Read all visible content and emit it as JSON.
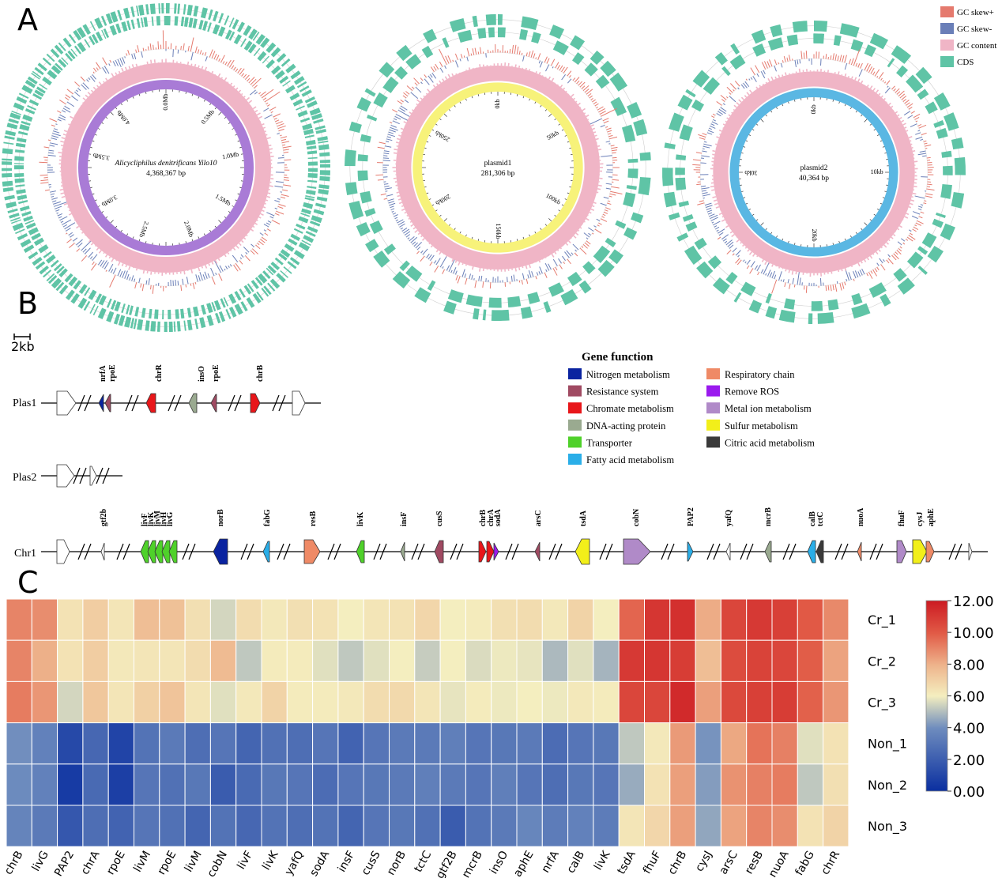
{
  "panels": {
    "a": "A",
    "b": "B",
    "c": "C"
  },
  "circos": {
    "legend": [
      {
        "label": "GC skew+",
        "color": "#e57a6e"
      },
      {
        "label": "GC skew-",
        "color": "#6a7fb8"
      },
      {
        "label": "GC content",
        "color": "#f0b5c6"
      },
      {
        "label": "CDS",
        "color": "#5fc4a6"
      }
    ],
    "maps": [
      {
        "title": "Alicycliphilus denitrificans Yilo10",
        "size": "4,368,367 bp",
        "ring_color": "#a97bd6",
        "ticks": [
          "0.0Mb",
          "0.5Mb",
          "1.0Mb",
          "1.5Mb",
          "2.0Mb",
          "2.5Mb",
          "3.0Mb",
          "3.5Mb",
          "4.0Mb"
        ]
      },
      {
        "title": "plasmid1",
        "size": "281,306 bp",
        "ring_color": "#f7f27a",
        "ticks": [
          "0kb",
          "50kb",
          "100kb",
          "150kb",
          "200kb",
          "250kb"
        ]
      },
      {
        "title": "plasmid2",
        "size": "40,364 bp",
        "ring_color": "#5ab7e3",
        "ticks": [
          "0kb",
          "10kb",
          "20kb",
          "30kb"
        ]
      }
    ]
  },
  "gene_map": {
    "scale": "2kb",
    "legend_title": "Gene function",
    "functions": [
      {
        "label": "Nitrogen metabolism",
        "color": "#0a23a0"
      },
      {
        "label": "Resistance system",
        "color": "#a04a62"
      },
      {
        "label": "Chromate metabolism",
        "color": "#e8161a"
      },
      {
        "label": "DNA-acting protein",
        "color": "#9aaa90"
      },
      {
        "label": "Transporter",
        "color": "#4fd12a"
      },
      {
        "label": "Fatty acid metabolism",
        "color": "#2aaee8"
      },
      {
        "label": "Respiratory chain",
        "color": "#ef8a66"
      },
      {
        "label": "Remove ROS",
        "color": "#9a1aee"
      },
      {
        "label": "Metal ion metabolism",
        "color": "#b08ac8"
      },
      {
        "label": "Sulfur metabolism",
        "color": "#f2ef1a"
      },
      {
        "label": "Citric acid metabolism",
        "color": "#3a3a3a"
      }
    ],
    "plas1": {
      "label": "Plas1",
      "genes": [
        "nrfA",
        "rpoE",
        "chrR",
        "insO",
        "rpoE",
        "chrB"
      ]
    },
    "plas2": {
      "label": "Plas2"
    },
    "chr1": {
      "label": "Chr1",
      "genes": [
        "gtf2b",
        "livF",
        "livK",
        "livM",
        "livH",
        "livG",
        "norB",
        "fabG",
        "resB",
        "livK",
        "insF",
        "cusS",
        "chrB",
        "chrA",
        "sodA",
        "arsC",
        "tsdA",
        "cobN",
        "PAP2",
        "yafQ",
        "mcrB",
        "calB",
        "tctC",
        "nuoA",
        "fhuF",
        "cysJ",
        "aphE"
      ]
    }
  },
  "chart_data": {
    "type": "heatmap",
    "rows": [
      "Cr_1",
      "Cr_2",
      "Cr_3",
      "Non_1",
      "Non_2",
      "Non_3"
    ],
    "columns": [
      "chrB",
      "livG",
      "PAP2",
      "chrA",
      "rpoE",
      "livM",
      "rpoE",
      "livM",
      "cobN",
      "livF",
      "livK",
      "yafQ",
      "sodA",
      "insF",
      "cusS",
      "norB",
      "tctC",
      "gtf2B",
      "mcrB",
      "insO",
      "aphE",
      "nrfA",
      "calB",
      "livK",
      "tsdA",
      "fhuF",
      "chrB",
      "cysJ",
      "arsC",
      "resB",
      "nuoA",
      "fabG",
      "chrR"
    ],
    "values": [
      [
        9.0,
        8.8,
        6.4,
        7.1,
        6.3,
        7.6,
        7.5,
        6.5,
        5.5,
        6.6,
        6.2,
        6.5,
        6.4,
        6.0,
        6.3,
        6.4,
        6.8,
        6.0,
        6.1,
        6.5,
        6.6,
        6.2,
        6.9,
        6.0,
        9.7,
        11.1,
        11.3,
        8.1,
        10.6,
        11.0,
        10.8,
        10.0,
        8.9
      ],
      [
        9.0,
        8.0,
        6.4,
        7.1,
        6.2,
        6.3,
        6.3,
        6.6,
        7.7,
        5.2,
        6.1,
        6.1,
        5.7,
        5.2,
        5.7,
        6.0,
        5.3,
        6.0,
        5.6,
        5.9,
        5.8,
        4.9,
        5.7,
        4.8,
        11.0,
        11.1,
        10.9,
        7.6,
        10.4,
        10.7,
        10.6,
        9.9,
        8.3
      ],
      [
        9.2,
        8.6,
        5.5,
        7.3,
        6.3,
        7.0,
        7.4,
        6.3,
        5.7,
        6.2,
        6.9,
        6.1,
        6.1,
        6.2,
        6.6,
        6.7,
        6.3,
        5.8,
        6.1,
        5.9,
        6.0,
        5.9,
        6.2,
        6.1,
        10.6,
        10.6,
        11.5,
        8.4,
        10.5,
        10.8,
        10.9,
        9.8,
        8.6
      ],
      [
        4.0,
        3.5,
        1.1,
        2.4,
        0.9,
        2.9,
        3.2,
        2.7,
        3.0,
        2.3,
        2.8,
        2.7,
        3.0,
        2.2,
        3.0,
        3.2,
        3.2,
        3.4,
        3.0,
        3.1,
        3.2,
        2.6,
        3.0,
        3.1,
        5.2,
        6.2,
        8.5,
        4.1,
        8.2,
        9.4,
        9.1,
        5.7,
        6.4
      ],
      [
        3.9,
        3.5,
        0.5,
        2.5,
        0.7,
        3.0,
        2.8,
        3.1,
        1.9,
        2.5,
        3.1,
        3.0,
        2.6,
        3.0,
        3.1,
        3.2,
        3.4,
        3.2,
        3.0,
        3.4,
        3.0,
        2.7,
        3.1,
        3.0,
        4.6,
        6.4,
        8.4,
        4.3,
        8.7,
        9.1,
        9.2,
        5.2,
        6.5
      ],
      [
        3.6,
        3.2,
        1.7,
        2.7,
        2.2,
        3.0,
        2.8,
        2.3,
        2.9,
        2.4,
        2.9,
        2.7,
        2.9,
        2.3,
        3.0,
        3.1,
        2.8,
        1.9,
        2.9,
        3.2,
        3.7,
        3.3,
        3.5,
        3.3,
        6.3,
        6.8,
        8.4,
        4.5,
        8.3,
        9.0,
        8.8,
        6.4,
        6.9
      ]
    ],
    "scale_ticks": [
      "12.00",
      "10.00",
      "8.00",
      "6.00",
      "4.00",
      "2.00",
      "0.00"
    ],
    "range": [
      0,
      12
    ],
    "colors": {
      "low": "#0a2fa0",
      "mid": "#f4eebf",
      "high": "#cc1a22"
    }
  }
}
